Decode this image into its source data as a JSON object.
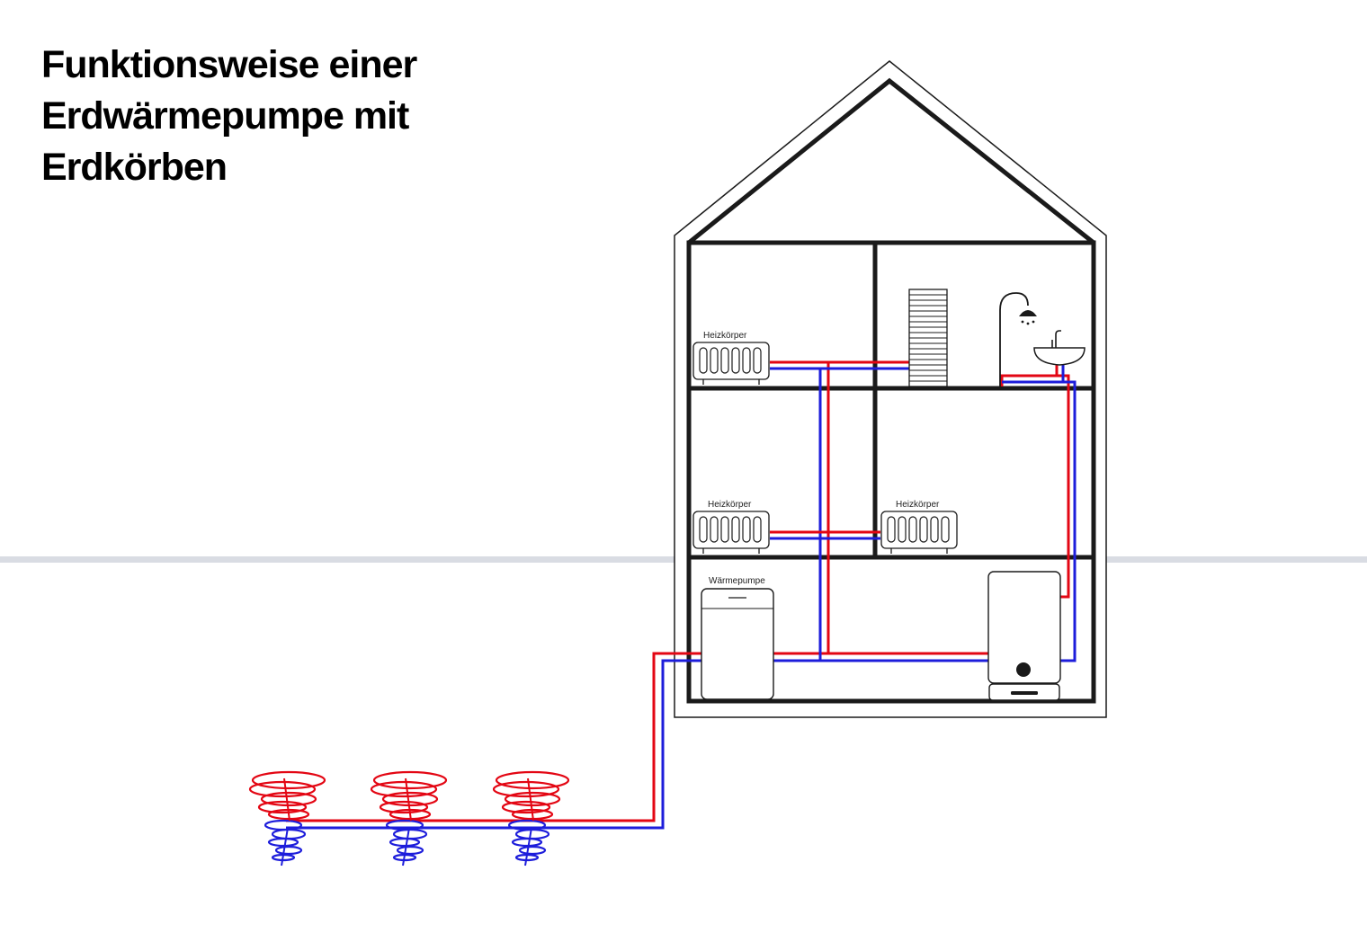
{
  "title": {
    "line1": "Funktionsweise einer",
    "line2": "Erdwärmepumpe mit",
    "line3": "Erdkörben"
  },
  "labels": {
    "radiator_top": "Heizkörper",
    "radiator_mid_left": "Heizkörper",
    "radiator_mid_right": "Heizkörper",
    "heat_pump": "Wärmepumpe"
  },
  "colors": {
    "supply": "#e30613",
    "return": "#1d1ddb",
    "outline": "#1a1a1a",
    "ground": "#d9dce3"
  },
  "icons": [
    "shower-icon",
    "sink-icon",
    "towel-radiator-icon",
    "radiator-icon",
    "heat-pump-unit",
    "storage-tank",
    "earth-basket-coil"
  ]
}
